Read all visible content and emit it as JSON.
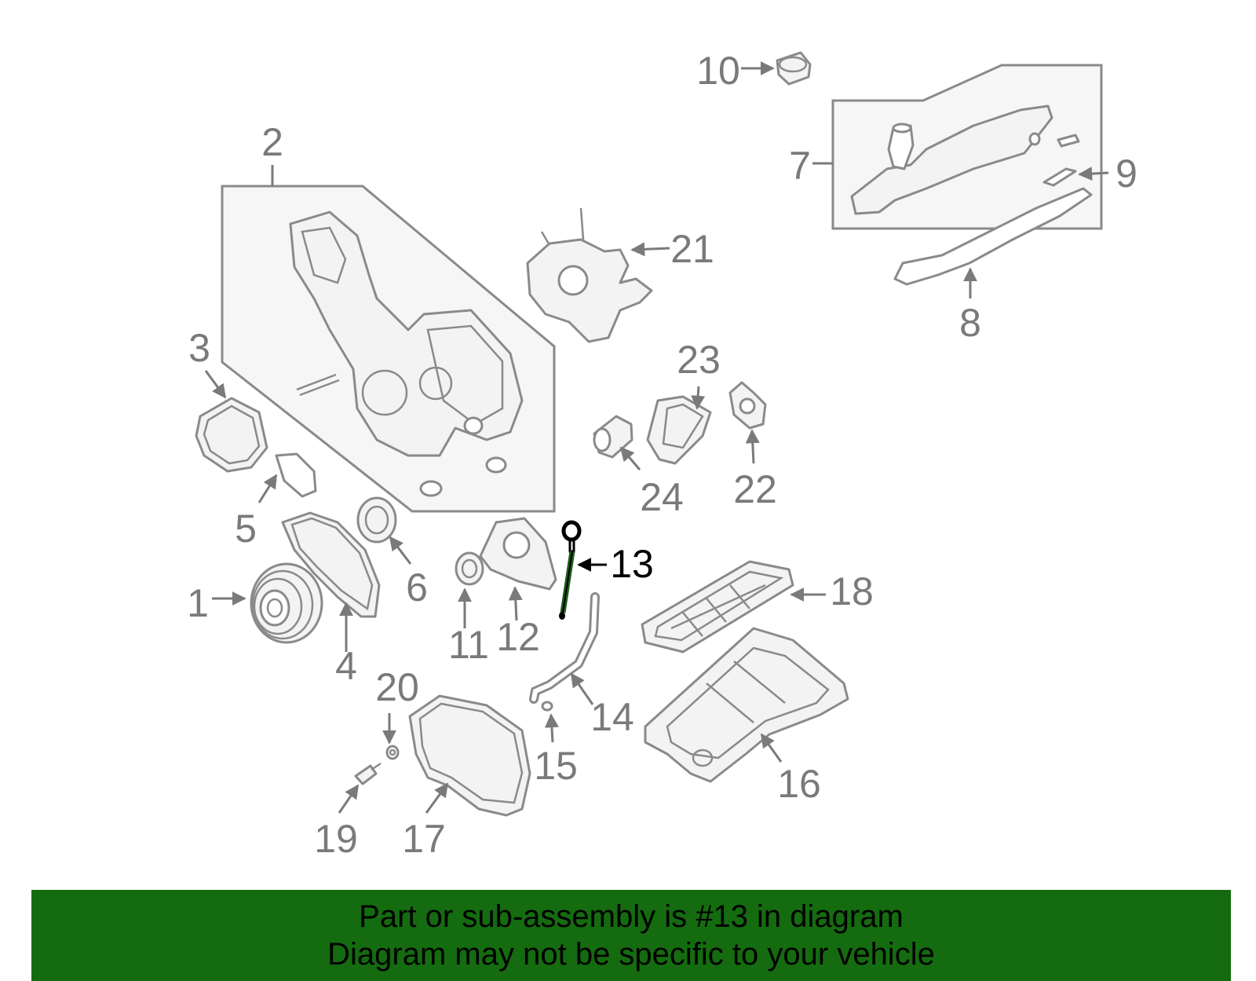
{
  "diagram": {
    "highlighted_part": "13",
    "colors": {
      "line": "#8a8a8a",
      "highlight": "#000000",
      "highlight_part": "#1f5d1a",
      "banner": "#156b0f"
    },
    "callouts": {
      "c1": "1",
      "c2": "2",
      "c3": "3",
      "c4": "4",
      "c5": "5",
      "c6": "6",
      "c7": "7",
      "c8": "8",
      "c9": "9",
      "c10": "10",
      "c11": "11",
      "c12": "12",
      "c13": "13",
      "c14": "14",
      "c15": "15",
      "c16": "16",
      "c17": "17",
      "c18": "18",
      "c19": "19",
      "c20": "20",
      "c21": "21",
      "c22": "22",
      "c23": "23",
      "c24": "24"
    }
  },
  "banner": {
    "line1": "Part or sub-assembly is #13 in diagram",
    "line2": "Diagram may not be specific to your vehicle"
  }
}
